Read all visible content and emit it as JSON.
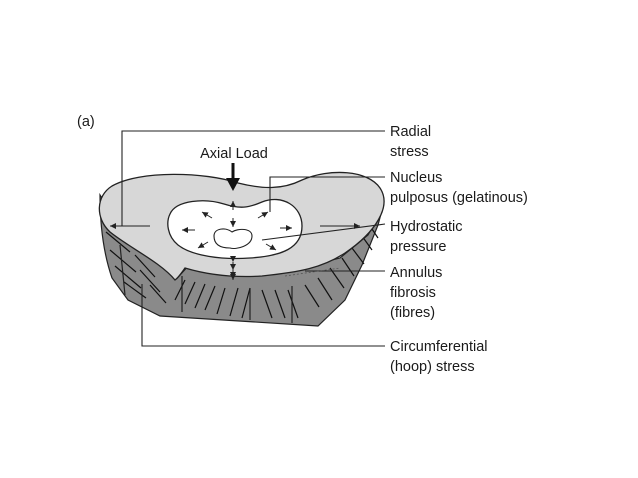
{
  "panel_label": "(a)",
  "axial_load": "Axial Load",
  "labels": {
    "radial": [
      "Radial",
      "stress"
    ],
    "nucleus": [
      "Nucleus",
      "pulposus (gelatinous)"
    ],
    "hydrostatic": [
      "Hydrostatic",
      "pressure"
    ],
    "annulus": [
      "Annulus",
      "fibrosis",
      "(fibres)"
    ],
    "circumferential": [
      "Circumferential",
      "(hoop) stress"
    ]
  },
  "colors": {
    "annulus_top": "#d7d7d7",
    "side": "#8a8a8a",
    "nucleus": "#ffffff",
    "line": "#222222"
  }
}
